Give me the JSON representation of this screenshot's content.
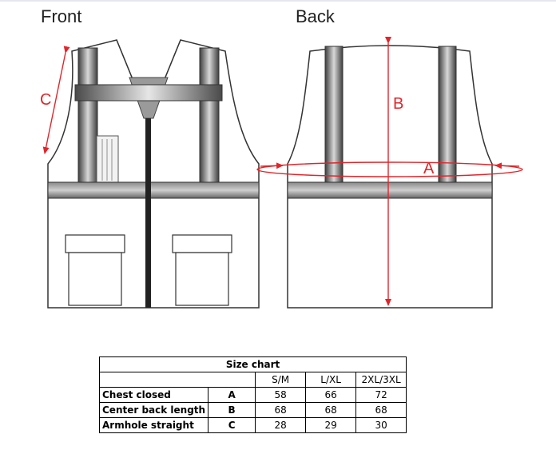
{
  "views": {
    "front": "Front",
    "back": "Back"
  },
  "dimensions": {
    "chest": "A",
    "center_back": "B",
    "armhole": "C"
  },
  "size_chart": {
    "title": "Size chart",
    "sizes": [
      "S/M",
      "L/XL",
      "2XL/3XL"
    ],
    "rows": [
      {
        "label": "Chest closed",
        "code": "A",
        "values": [
          "58",
          "66",
          "72"
        ]
      },
      {
        "label": "Center back length",
        "code": "B",
        "values": [
          "68",
          "68",
          "68"
        ]
      },
      {
        "label": "Armhole straight",
        "code": "C",
        "values": [
          "28",
          "29",
          "30"
        ]
      }
    ]
  },
  "colors": {
    "measure": "#e0262b",
    "reflective_dark": "#5f5f5f",
    "outline": "#333333"
  }
}
